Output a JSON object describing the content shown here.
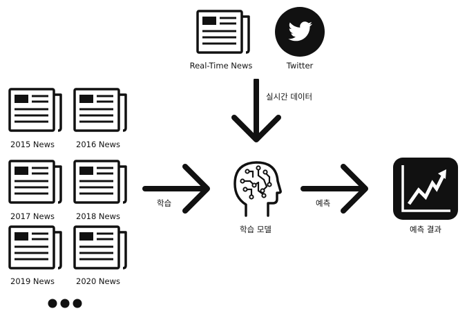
{
  "sources": {
    "realtime_news_label": "Real-Time News",
    "twitter_label": "Twitter"
  },
  "history": {
    "items": [
      {
        "label": "2015 News"
      },
      {
        "label": "2016 News"
      },
      {
        "label": "2017 News"
      },
      {
        "label": "2018 News"
      },
      {
        "label": "2019 News"
      },
      {
        "label": "2020 News"
      }
    ],
    "more_icon": "ellipsis-dots"
  },
  "edges": {
    "realtime_data_label": "실시간 데이터",
    "training_label": "학습",
    "prediction_label": "예측"
  },
  "nodes": {
    "model_label": "학습 모델",
    "result_label": "예측 결과"
  },
  "colors": {
    "ink": "#111111",
    "paper": "#ffffff"
  }
}
